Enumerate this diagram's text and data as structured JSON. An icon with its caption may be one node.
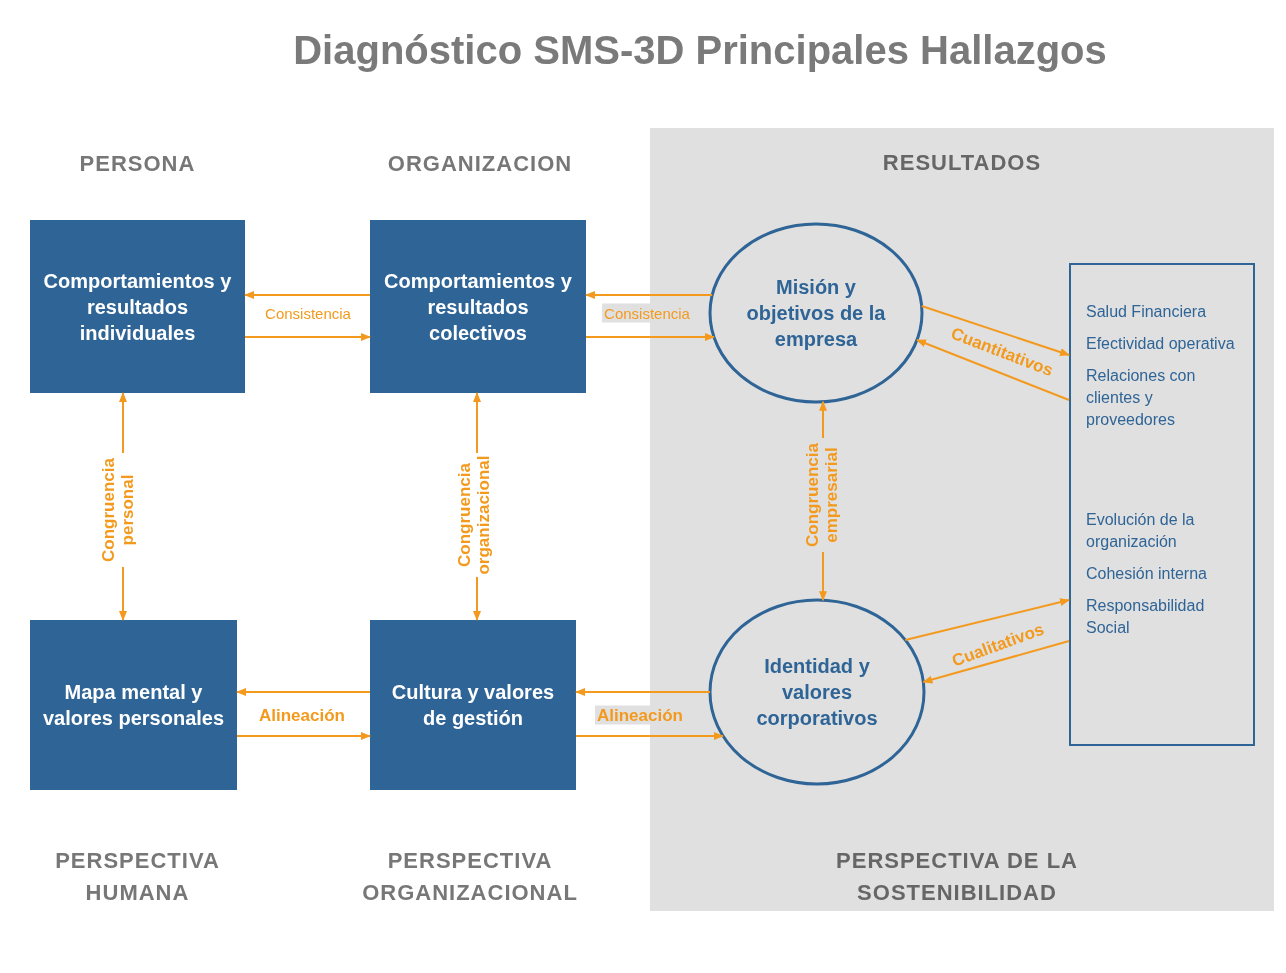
{
  "diagram": {
    "title": "Diagnóstico SMS-3D Principales Hallazgos",
    "nodes": [
      {
        "text": [
          "Comportamientos y resultados individuales"
        ]
      },
      {
        "text": [
          "Comportamientos y resultados colectivos"
        ]
      },
      {
        "text": [
          "RESULTADOS",
          "PERSPECTIVA DE LA SOSTENIBILIDAD"
        ]
      },
      {
        "text": [
          "Misión y objetivos de la empresa"
        ],
        "in": 2
      },
      {
        "text": [
          "Salud Financiera",
          "Efectividad operativa",
          "Relaciones con clientes y proveedores",
          "Evolución de la organización",
          "Cohesión interna",
          "Responsabilidad Social"
        ],
        "in": 2
      },
      {
        "text": [
          "Mapa mental y valores personales"
        ]
      },
      {
        "text": [
          "Cultura y valores de gestión"
        ]
      },
      {
        "text": [
          "Identidad y valores corporativos"
        ],
        "in": 2
      }
    ],
    "edges": [
      {
        "from": 1,
        "to": 0,
        "arrow": "to",
        "label": "Consistencia"
      },
      {
        "from": 0,
        "to": 1,
        "arrow": "to"
      },
      {
        "from": 3,
        "to": 1,
        "arrow": "to",
        "label": "Consistencia"
      },
      {
        "from": 1,
        "to": 3,
        "arrow": "to"
      },
      {
        "from": 3,
        "to": 4,
        "arrow": "to",
        "label": "Cuantitativos"
      },
      {
        "from": 4,
        "to": 3,
        "arrow": "to"
      },
      {
        "from": 0,
        "to": 5,
        "arrow": "both",
        "label": "Congruencia personal"
      },
      {
        "from": 1,
        "to": 6,
        "arrow": "both",
        "label": "Congruencia organizacional"
      },
      {
        "from": 3,
        "to": 7,
        "arrow": "both",
        "label": "Congruencia empresarial"
      },
      {
        "from": 6,
        "to": 5,
        "arrow": "to",
        "label": "Alineación"
      },
      {
        "from": 5,
        "to": 6,
        "arrow": "to"
      },
      {
        "from": 7,
        "to": 6,
        "arrow": "to",
        "label": "Alineación"
      },
      {
        "from": 6,
        "to": 7,
        "arrow": "to"
      },
      {
        "from": 7,
        "to": 4,
        "arrow": "to",
        "label": "Cualitativos"
      },
      {
        "from": 4,
        "to": 7,
        "arrow": "to"
      }
    ],
    "labels": [
      "PERSONA",
      "ORGANIZACION",
      "PERSPECTIVA HUMANA",
      "PERSPECTIVA ORGANIZACIONAL"
    ]
  }
}
